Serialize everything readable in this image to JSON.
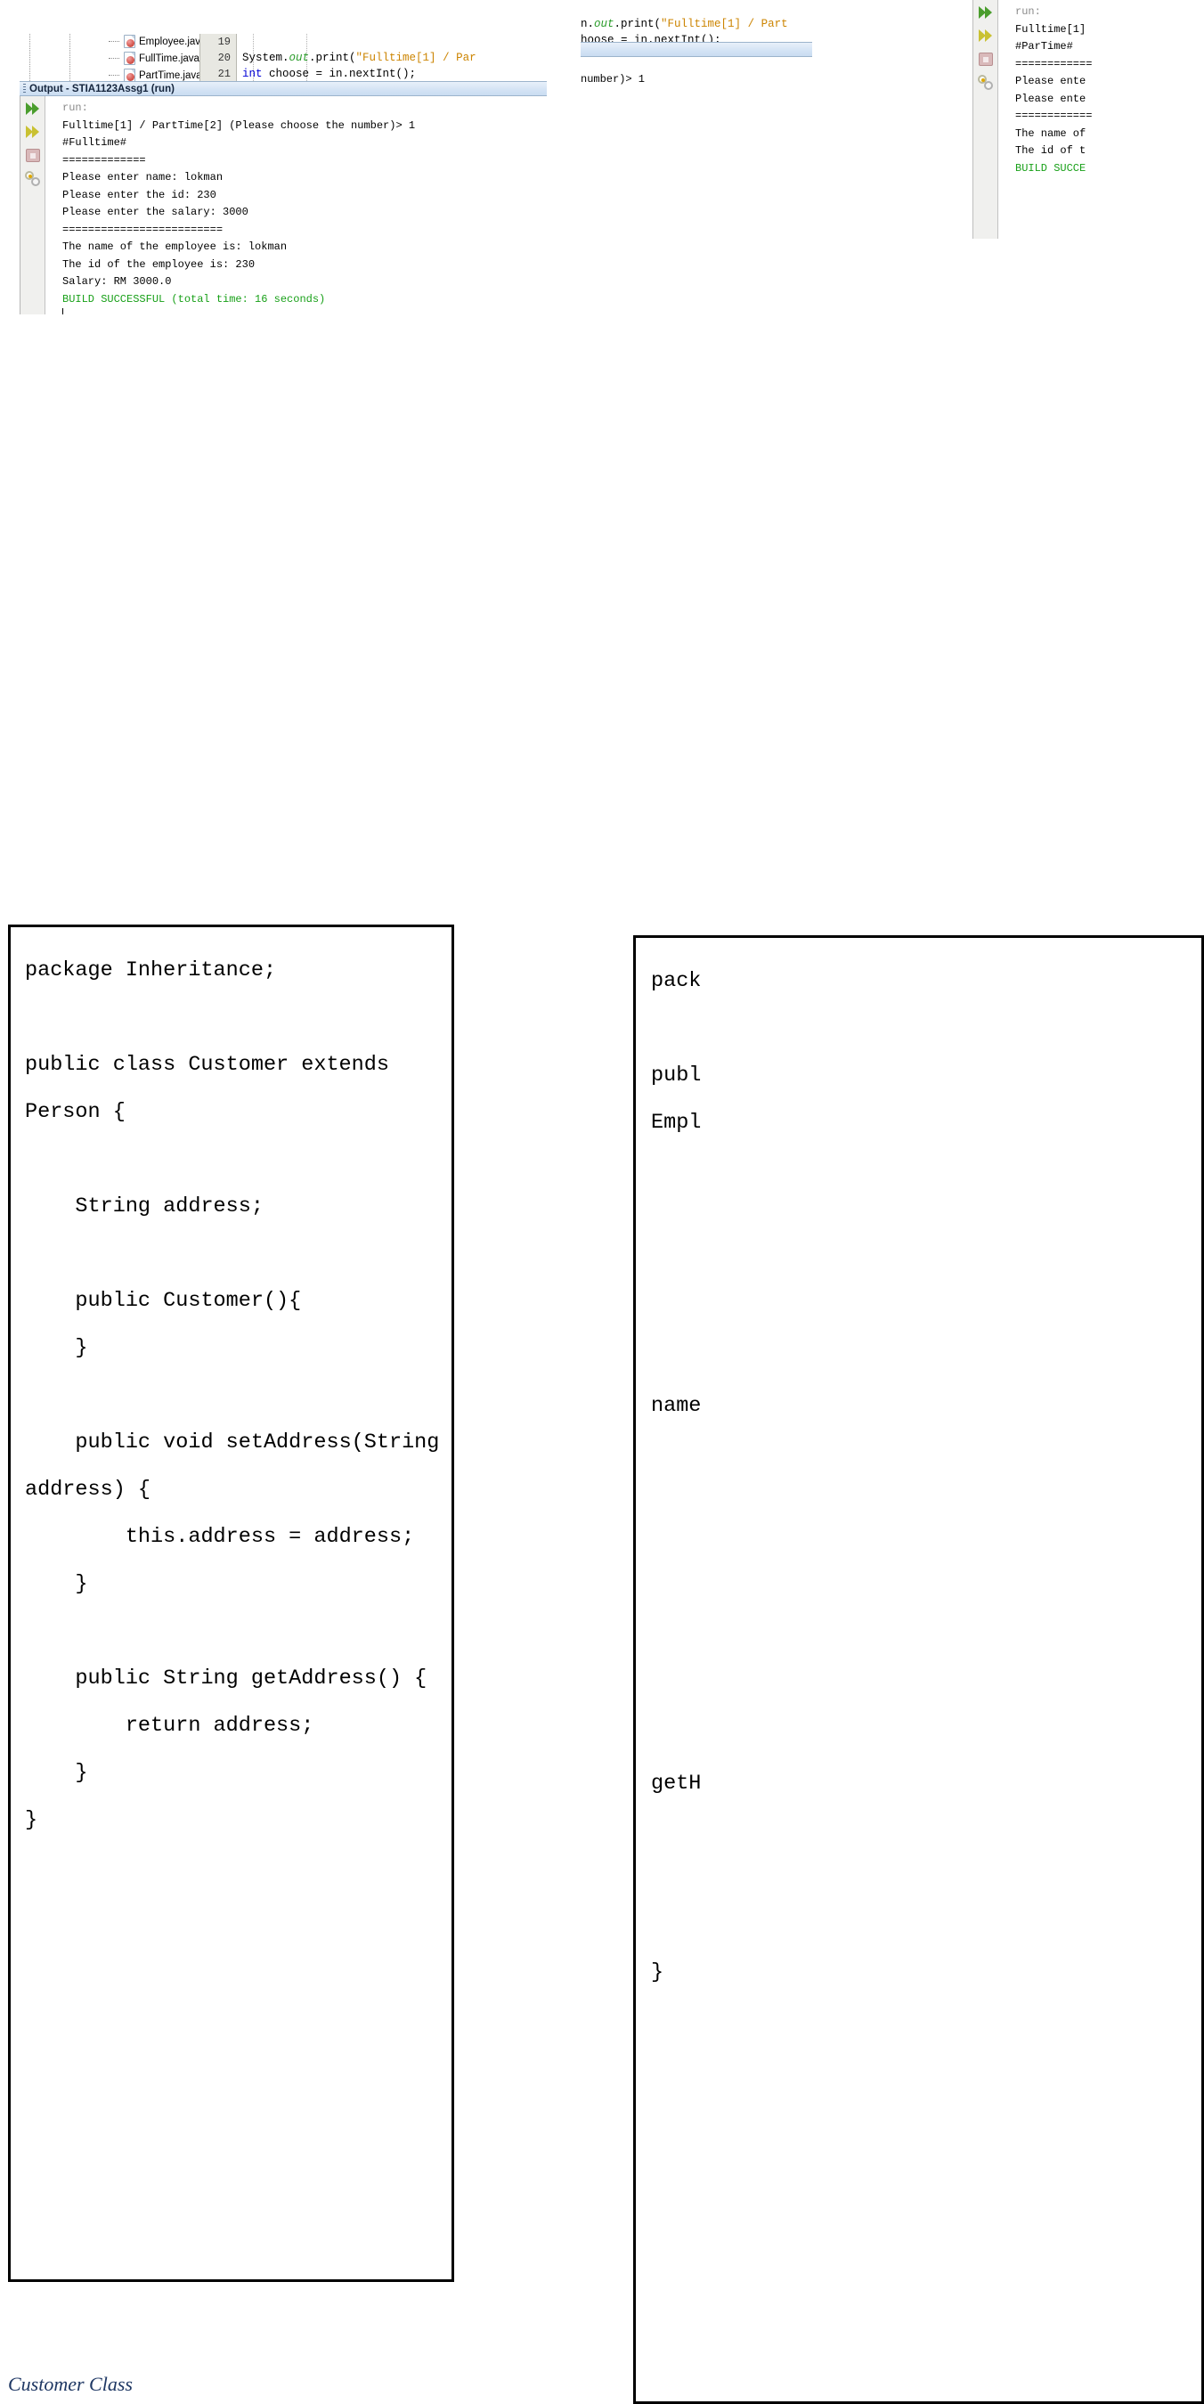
{
  "netbeans_output_left": {
    "window_title": "Output - STIA1123Assg1 (run)",
    "project_tree_files": [
      "Employee.java",
      "FullTime.java",
      "PartTime.java"
    ],
    "editor_line_numbers": [
      "19",
      "20",
      "21"
    ],
    "editor_code_lines": [
      "System.out.print(\"Fulltime[1] / Par",
      "int choose = in.nextInt();"
    ],
    "toolbar_icons": [
      "run-green-icon",
      "run-yellow-icon",
      "stop-icon",
      "settings-gear-icon"
    ],
    "console_lines": [
      "run:",
      "Fulltime[1] / PartTime[2] (Please choose the number)> 1",
      "#Fulltime#",
      "=============",
      "Please enter name: lokman",
      "Please enter the id: 230",
      "Please enter the salary: 3000",
      "=========================",
      "The name of the employee is: lokman",
      "The id of the employee is: 230",
      "Salary: RM 3000.0",
      "BUILD SUCCESSFUL (total time: 16 seconds)"
    ],
    "build_status": "BUILD SUCCESSFUL (total time: 16 seconds)"
  },
  "netbeans_output_right": {
    "editor_code_lines": [
      "n.out.print(\"Fulltime[1] / Part",
      "hoose = in.nextInt();"
    ],
    "editor_tail_line": "number)> 1",
    "toolbar_icons": [
      "run-green-icon",
      "run-yellow-icon",
      "stop-icon",
      "settings-gear-icon"
    ],
    "console_lines": [
      "run:",
      "Fulltime[1]",
      "#ParTime#",
      "============",
      "Please ente",
      "Please ente",
      "============",
      "The name of",
      "The id of t",
      "BUILD SUCCE"
    ]
  },
  "code_box_left": {
    "title": "Customer Class",
    "code": "package Inheritance;\n\npublic class Customer extends Person {\n\n    String address;\n\n    public Customer(){\n    }\n\n    public void setAddress(String address) {\n        this.address = address;\n    }\n\n    public String getAddress() {\n        return address;\n    }\n}"
  },
  "code_box_right": {
    "code": "pack\n\npubl\nEmpl\n\n\n\n\n\nname\n\n\n\n\n\n\n\ngetH\n\n\n\n}"
  },
  "caption": "Customer Class",
  "colors": {
    "keyword": "#0000d6",
    "field": "#2b9c2b",
    "string": "#cc8400",
    "build_success": "#18a018",
    "caption": "#1f3864",
    "titlebar": "#d5e4f5"
  }
}
